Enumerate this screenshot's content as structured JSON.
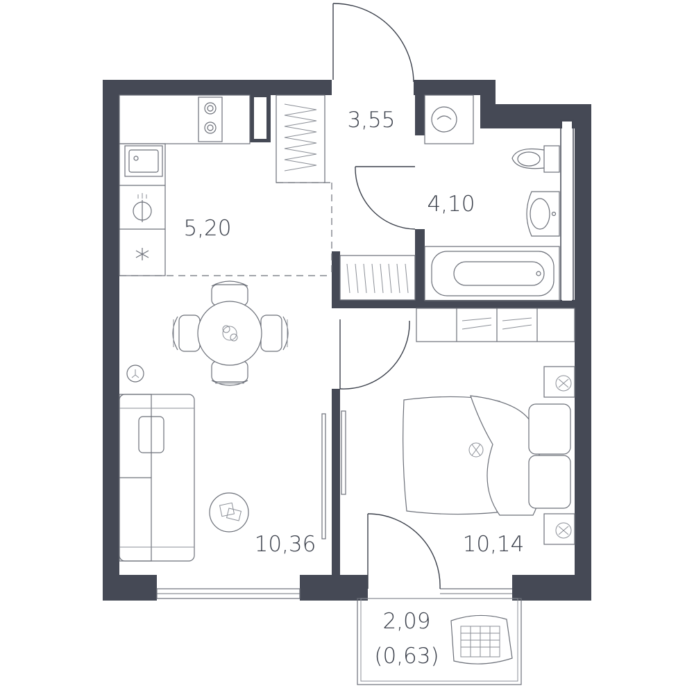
{
  "palette": {
    "wall": "#454955",
    "line": "#6b6f78",
    "text": "#3a3f4a",
    "background": "#ffffff"
  },
  "rooms": [
    {
      "id": "hall",
      "area": "3,55"
    },
    {
      "id": "kitchen",
      "area": "5,20"
    },
    {
      "id": "bathroom",
      "area": "4,10"
    },
    {
      "id": "living",
      "area": "10,36"
    },
    {
      "id": "bedroom",
      "area": "10,14"
    },
    {
      "id": "balcony",
      "area": "2,09",
      "reduced_area": "(0,63)"
    }
  ],
  "icons": [
    "stove-icon",
    "sink-icon",
    "dishwasher-icon",
    "fridge-icon",
    "washing-machine-icon",
    "toilet-icon",
    "washbasin-icon",
    "bathtub-icon",
    "dining-table-icon",
    "chair-icon",
    "sofa-icon",
    "coffee-table-icon",
    "floor-lamp-icon",
    "bed-icon",
    "nightstand-icon",
    "wardrobe-icon",
    "tv-icon",
    "laundry-basket-icon"
  ]
}
